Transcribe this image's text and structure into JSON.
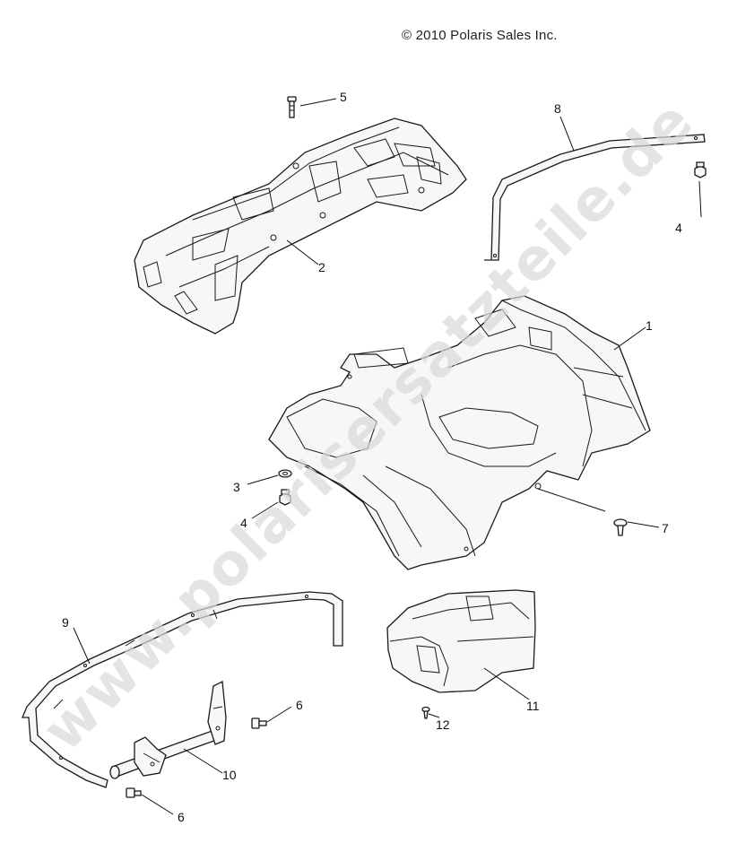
{
  "copyright": "© 2010 Polaris Sales Inc.",
  "watermark": "www.polarisersatzteile.de",
  "callouts": [
    {
      "id": "1",
      "label": "1"
    },
    {
      "id": "2",
      "label": "2"
    },
    {
      "id": "3",
      "label": "3"
    },
    {
      "id": "4a",
      "label": "4"
    },
    {
      "id": "4b",
      "label": "4"
    },
    {
      "id": "5",
      "label": "5"
    },
    {
      "id": "6a",
      "label": "6"
    },
    {
      "id": "6b",
      "label": "6"
    },
    {
      "id": "7",
      "label": "7"
    },
    {
      "id": "8",
      "label": "8"
    },
    {
      "id": "9",
      "label": "9"
    },
    {
      "id": "10",
      "label": "10"
    },
    {
      "id": "11",
      "label": "11"
    },
    {
      "id": "12",
      "label": "12"
    }
  ]
}
